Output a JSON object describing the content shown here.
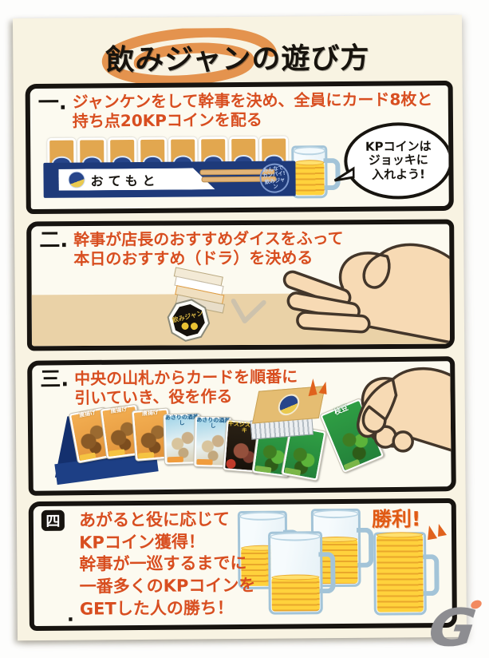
{
  "page": {
    "title": "飲みジャンの遊び方",
    "colors": {
      "paper": "#f8f3e2",
      "heading_orange": "#d84e20",
      "navy_band": "#1e3a7a",
      "floor_tan": "#ead2a7",
      "coin_yellow": "#ffd23c",
      "victory_orange": "#e05a14",
      "swirl_orange": "#e4934e"
    }
  },
  "steps": [
    {
      "number": "一.",
      "lines": [
        "ジャンケンをして幹事を決め、全員にカード8枚と",
        "持ち点20KPコインを配る"
      ]
    },
    {
      "number": "二.",
      "lines": [
        "幹事が店長のおすすめダイスをふって",
        "本日のおすすめ（ドラ）を決める"
      ]
    },
    {
      "number": "三.",
      "lines": [
        "中央の山札からカードを順番に",
        "引いていき、役を作る"
      ]
    },
    {
      "number_blob": "四",
      "number_dot": ".",
      "lines": [
        "あがると役に応じて",
        "KPコイン獲得！",
        "幹事が一巡するまでに",
        "一番多くのKPコインを",
        "GETした人の勝ち！"
      ]
    }
  ],
  "step1": {
    "card_back_count": 8,
    "sleeve_text": "おてもと",
    "brand_badge": "みんなで カンパイ! 飲みジャン",
    "bubble_lines": [
      "KPコインは",
      "ジョッキに",
      "入れよう!"
    ]
  },
  "step2": {
    "dice_face_label": "飲みジャン"
  },
  "step3": {
    "cards": [
      {
        "label": "唐揚げ"
      },
      {
        "label": "唐揚げ"
      },
      {
        "label": "唐揚げ"
      },
      {
        "label": "あさりの酒蒸し"
      },
      {
        "label": "あさりの酒蒸し"
      },
      {
        "label": "牛スジステーキ"
      },
      {
        "label": "枝豆"
      },
      {
        "label": "枝豆"
      }
    ],
    "held_card": {
      "label": "枝豆"
    }
  },
  "step4": {
    "victory_label": "勝利!"
  },
  "footer": {
    "logo_letter": "G"
  }
}
